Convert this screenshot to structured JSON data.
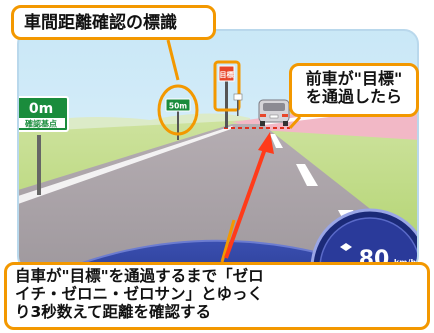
{
  "callouts": {
    "title": "車間距離確認の標識",
    "pass_line1": "前車が\"目標\"",
    "pass_line2": "を通過したら",
    "count_line1": "自車が\"目標\"を通過するまで「ゼロ",
    "count_line2": "イチ・ゼロニ・ゼロサン」とゆっく",
    "count_line3": "り3秒数えて距離を確認する"
  },
  "signs": {
    "left_distance": "0m",
    "left_caption": "確認基点",
    "far_distance": "50m",
    "target_marker": "目標"
  },
  "speedometer": {
    "speed": "80",
    "unit": "km/h"
  },
  "colors": {
    "callout_border": "#f39800",
    "arrow": "#ff3b1a",
    "sign_green": "#1a8c3c",
    "sky": "#d8eef9",
    "road": "#a9a3a8",
    "dashboard": "#2a3e98"
  }
}
